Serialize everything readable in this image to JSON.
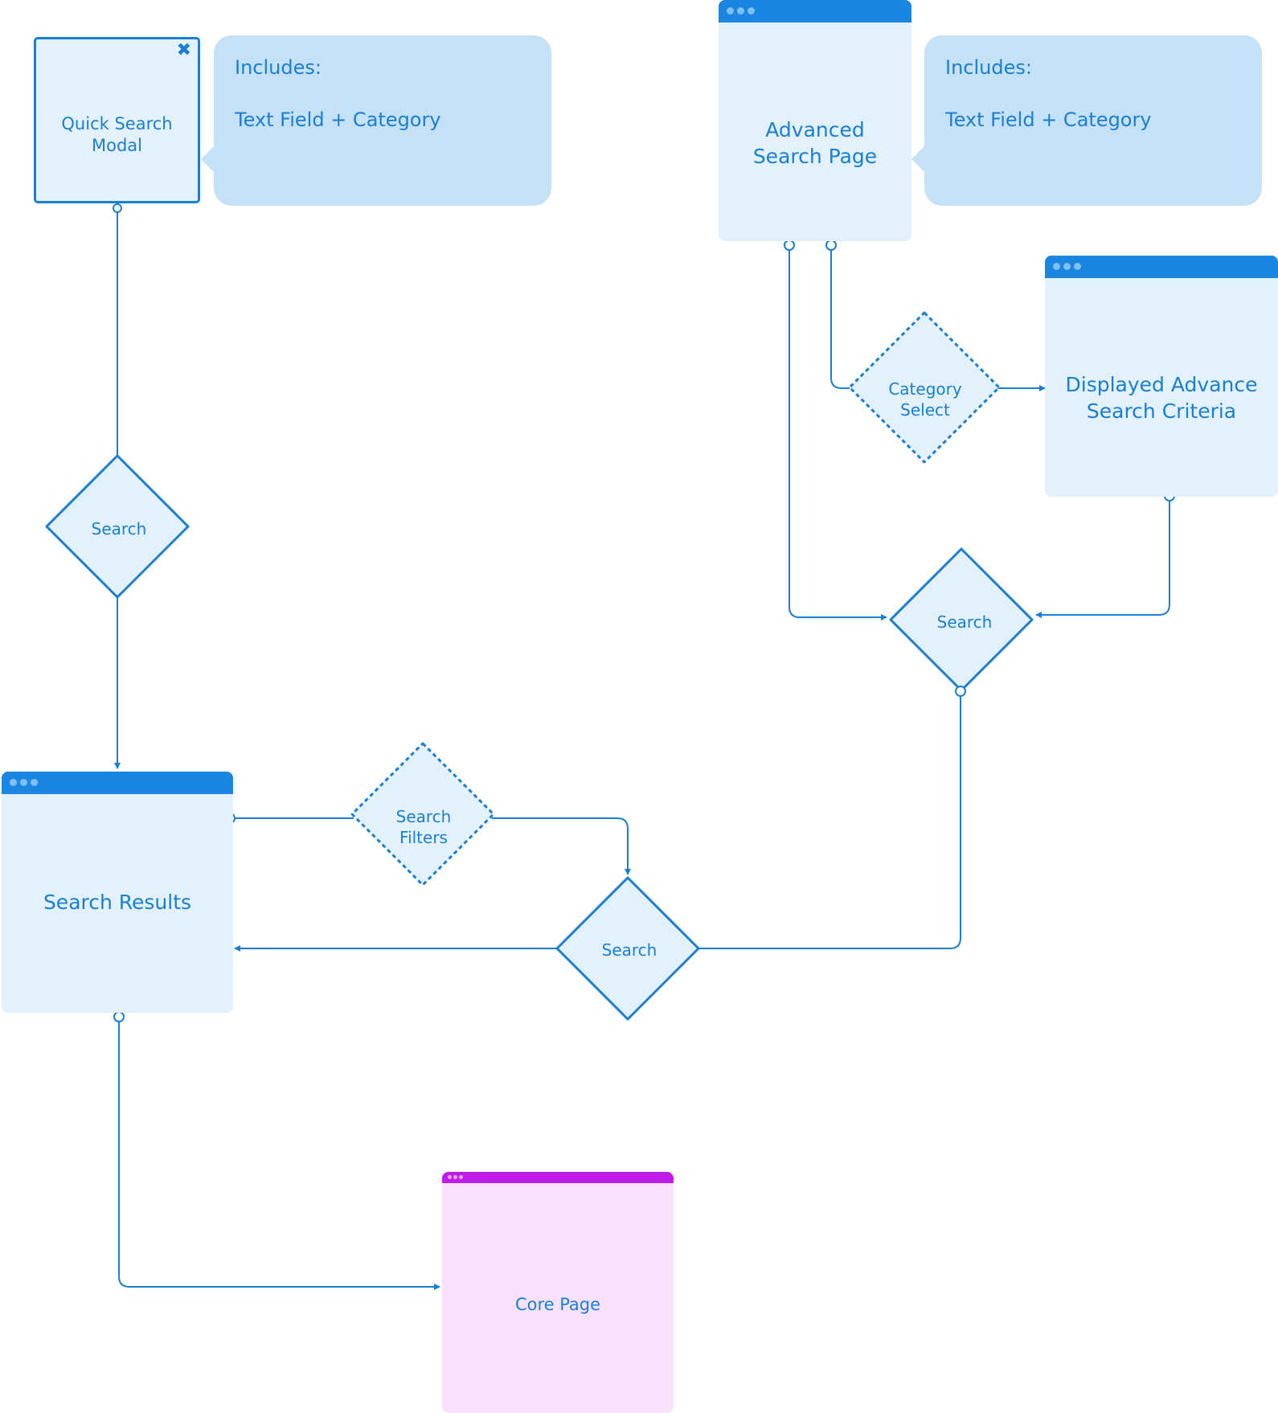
{
  "colors": {
    "accent": "#1a7fd3",
    "window_bar": "#1a86e0",
    "window_fill": "#e3f1fc",
    "note_fill": "#c5e1f6",
    "core_bar": "#bd1de6",
    "core_fill": "#f8e2fb"
  },
  "quick_search_modal": {
    "label_line1": "Quick Search",
    "label_line2": "Modal",
    "close_icon": "close-icon"
  },
  "note_left": {
    "line1": "Includes:",
    "line2": "Text Field + Category"
  },
  "advanced_search_page": {
    "label_line1": "Advanced",
    "label_line2": "Search Page"
  },
  "note_right": {
    "line1": "Includes:",
    "line2": "Text Field + Category"
  },
  "displayed_criteria": {
    "label_line1": "Displayed Advance",
    "label_line2": "Search Criteria"
  },
  "category_select": {
    "label_line1": "Category",
    "label_line2": "Select"
  },
  "search_left": {
    "label": "Search"
  },
  "search_right": {
    "label": "Search"
  },
  "search_bottom": {
    "label": "Search"
  },
  "search_filters": {
    "label_line1": "Search",
    "label_line2": "Filters"
  },
  "search_results": {
    "label": "Search Results"
  },
  "core_page": {
    "label": "Core Page"
  }
}
